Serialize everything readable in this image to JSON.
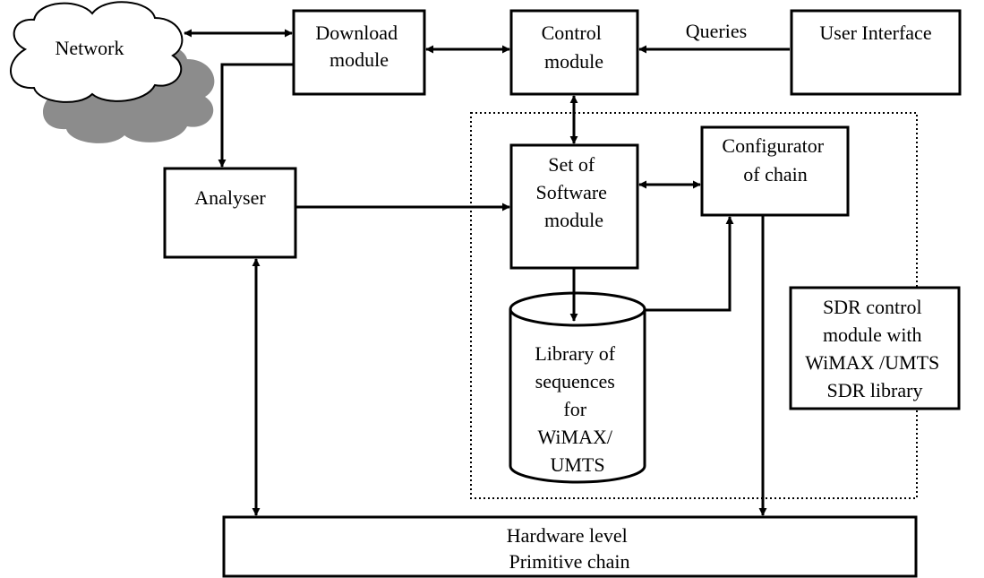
{
  "network": {
    "label": "Network"
  },
  "download": {
    "lines": [
      "Download",
      "module"
    ]
  },
  "control": {
    "lines": [
      "Control",
      "module"
    ]
  },
  "user_interface": {
    "label": "User Interface"
  },
  "queries": {
    "label": "Queries"
  },
  "analyser": {
    "label": "Analyser"
  },
  "software_set": {
    "lines": [
      "Set of",
      "Software",
      "module"
    ]
  },
  "configurator": {
    "lines": [
      "Configurator",
      "of chain"
    ]
  },
  "library": {
    "lines": [
      "Library of",
      "sequences",
      "for",
      "WiMAX/",
      "UMTS"
    ]
  },
  "sdr_note": {
    "lines": [
      "SDR control",
      "module with",
      "WiMAX /UMTS",
      "SDR library"
    ]
  },
  "hardware": {
    "lines": [
      "Hardware level",
      "Primitive chain"
    ]
  },
  "colors": {
    "stroke": "#000000",
    "cloud_fill": "#ffffff",
    "cloud_shadow": "#8c8c8c"
  }
}
